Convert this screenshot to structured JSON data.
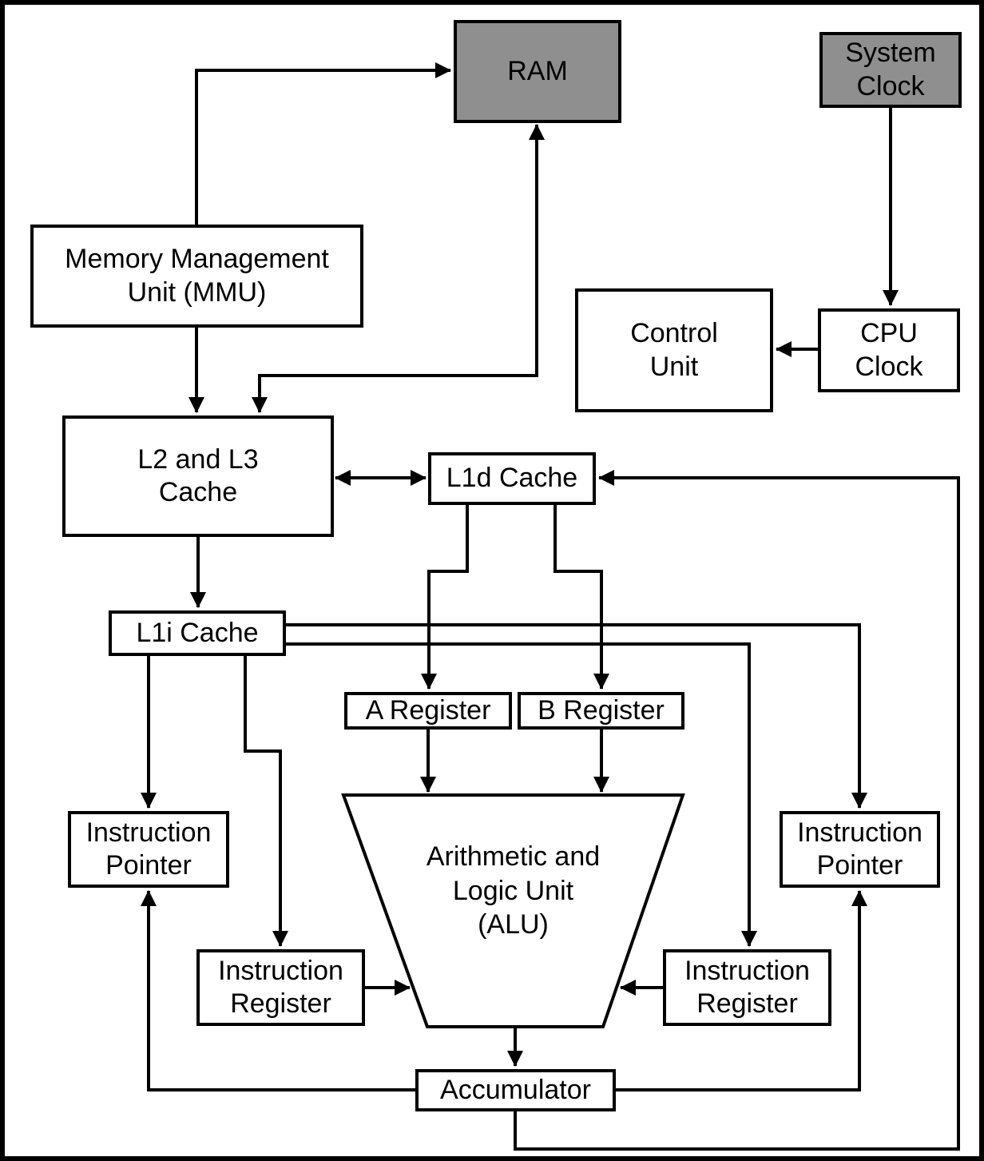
{
  "diagram": {
    "type": "block-diagram",
    "colors": {
      "background": "#ffffff",
      "box_fill": "#ffffff",
      "memory_box_fill": "#8f8f8f",
      "border": "#000000",
      "line": "#000000",
      "text": "#000000"
    },
    "nodes": {
      "ram": {
        "label": "RAM",
        "fill": "gray"
      },
      "system_clock": {
        "label": "System\nClock",
        "fill": "gray"
      },
      "mmu": {
        "label": "Memory Management\nUnit (MMU)",
        "fill": "white"
      },
      "control_unit": {
        "label": "Control\nUnit",
        "fill": "white"
      },
      "cpu_clock": {
        "label": "CPU\nClock",
        "fill": "white"
      },
      "l2_l3_cache": {
        "label": "L2 and L3\nCache",
        "fill": "white"
      },
      "l1d_cache": {
        "label": "L1d Cache",
        "fill": "white"
      },
      "l1i_cache": {
        "label": "L1i Cache",
        "fill": "white"
      },
      "a_register": {
        "label": "A Register",
        "fill": "white"
      },
      "b_register": {
        "label": "B Register",
        "fill": "white"
      },
      "alu": {
        "label": "Arithmetic and\nLogic Unit\n(ALU)",
        "fill": "white",
        "shape": "trapezoid"
      },
      "instruction_pointer_left": {
        "label": "Instruction\nPointer",
        "fill": "white"
      },
      "instruction_pointer_right": {
        "label": "Instruction\nPointer",
        "fill": "white"
      },
      "instruction_register_left": {
        "label": "Instruction\nRegister",
        "fill": "white"
      },
      "instruction_register_right": {
        "label": "Instruction\nRegister",
        "fill": "white"
      },
      "accumulator": {
        "label": "Accumulator",
        "fill": "white"
      }
    },
    "edges": [
      {
        "from": "mmu",
        "to": "ram",
        "bidirectional": false
      },
      {
        "from": "mmu",
        "to": "l2_l3_cache",
        "bidirectional": false
      },
      {
        "from": "l2_l3_cache",
        "to": "ram",
        "bidirectional": true
      },
      {
        "from": "system_clock",
        "to": "cpu_clock",
        "bidirectional": false
      },
      {
        "from": "cpu_clock",
        "to": "control_unit",
        "bidirectional": false
      },
      {
        "from": "l2_l3_cache",
        "to": "l1d_cache",
        "bidirectional": true
      },
      {
        "from": "accumulator",
        "to": "l1d_cache",
        "bidirectional": false
      },
      {
        "from": "l1d_cache",
        "to": "a_register",
        "bidirectional": false
      },
      {
        "from": "l1d_cache",
        "to": "b_register",
        "bidirectional": false
      },
      {
        "from": "a_register",
        "to": "alu",
        "bidirectional": false
      },
      {
        "from": "b_register",
        "to": "alu",
        "bidirectional": false
      },
      {
        "from": "l2_l3_cache",
        "to": "l1i_cache",
        "bidirectional": false
      },
      {
        "from": "l1i_cache",
        "to": "instruction_pointer_left",
        "bidirectional": false
      },
      {
        "from": "l1i_cache",
        "to": "instruction_register_left",
        "bidirectional": false
      },
      {
        "from": "l1i_cache",
        "to": "instruction_pointer_right",
        "bidirectional": false
      },
      {
        "from": "l1i_cache",
        "to": "instruction_register_right",
        "bidirectional": false
      },
      {
        "from": "instruction_register_left",
        "to": "alu",
        "bidirectional": false
      },
      {
        "from": "instruction_register_right",
        "to": "alu",
        "bidirectional": false
      },
      {
        "from": "alu",
        "to": "accumulator",
        "bidirectional": false
      },
      {
        "from": "accumulator",
        "to": "instruction_pointer_left",
        "bidirectional": false
      },
      {
        "from": "accumulator",
        "to": "instruction_pointer_right",
        "bidirectional": false
      }
    ]
  }
}
